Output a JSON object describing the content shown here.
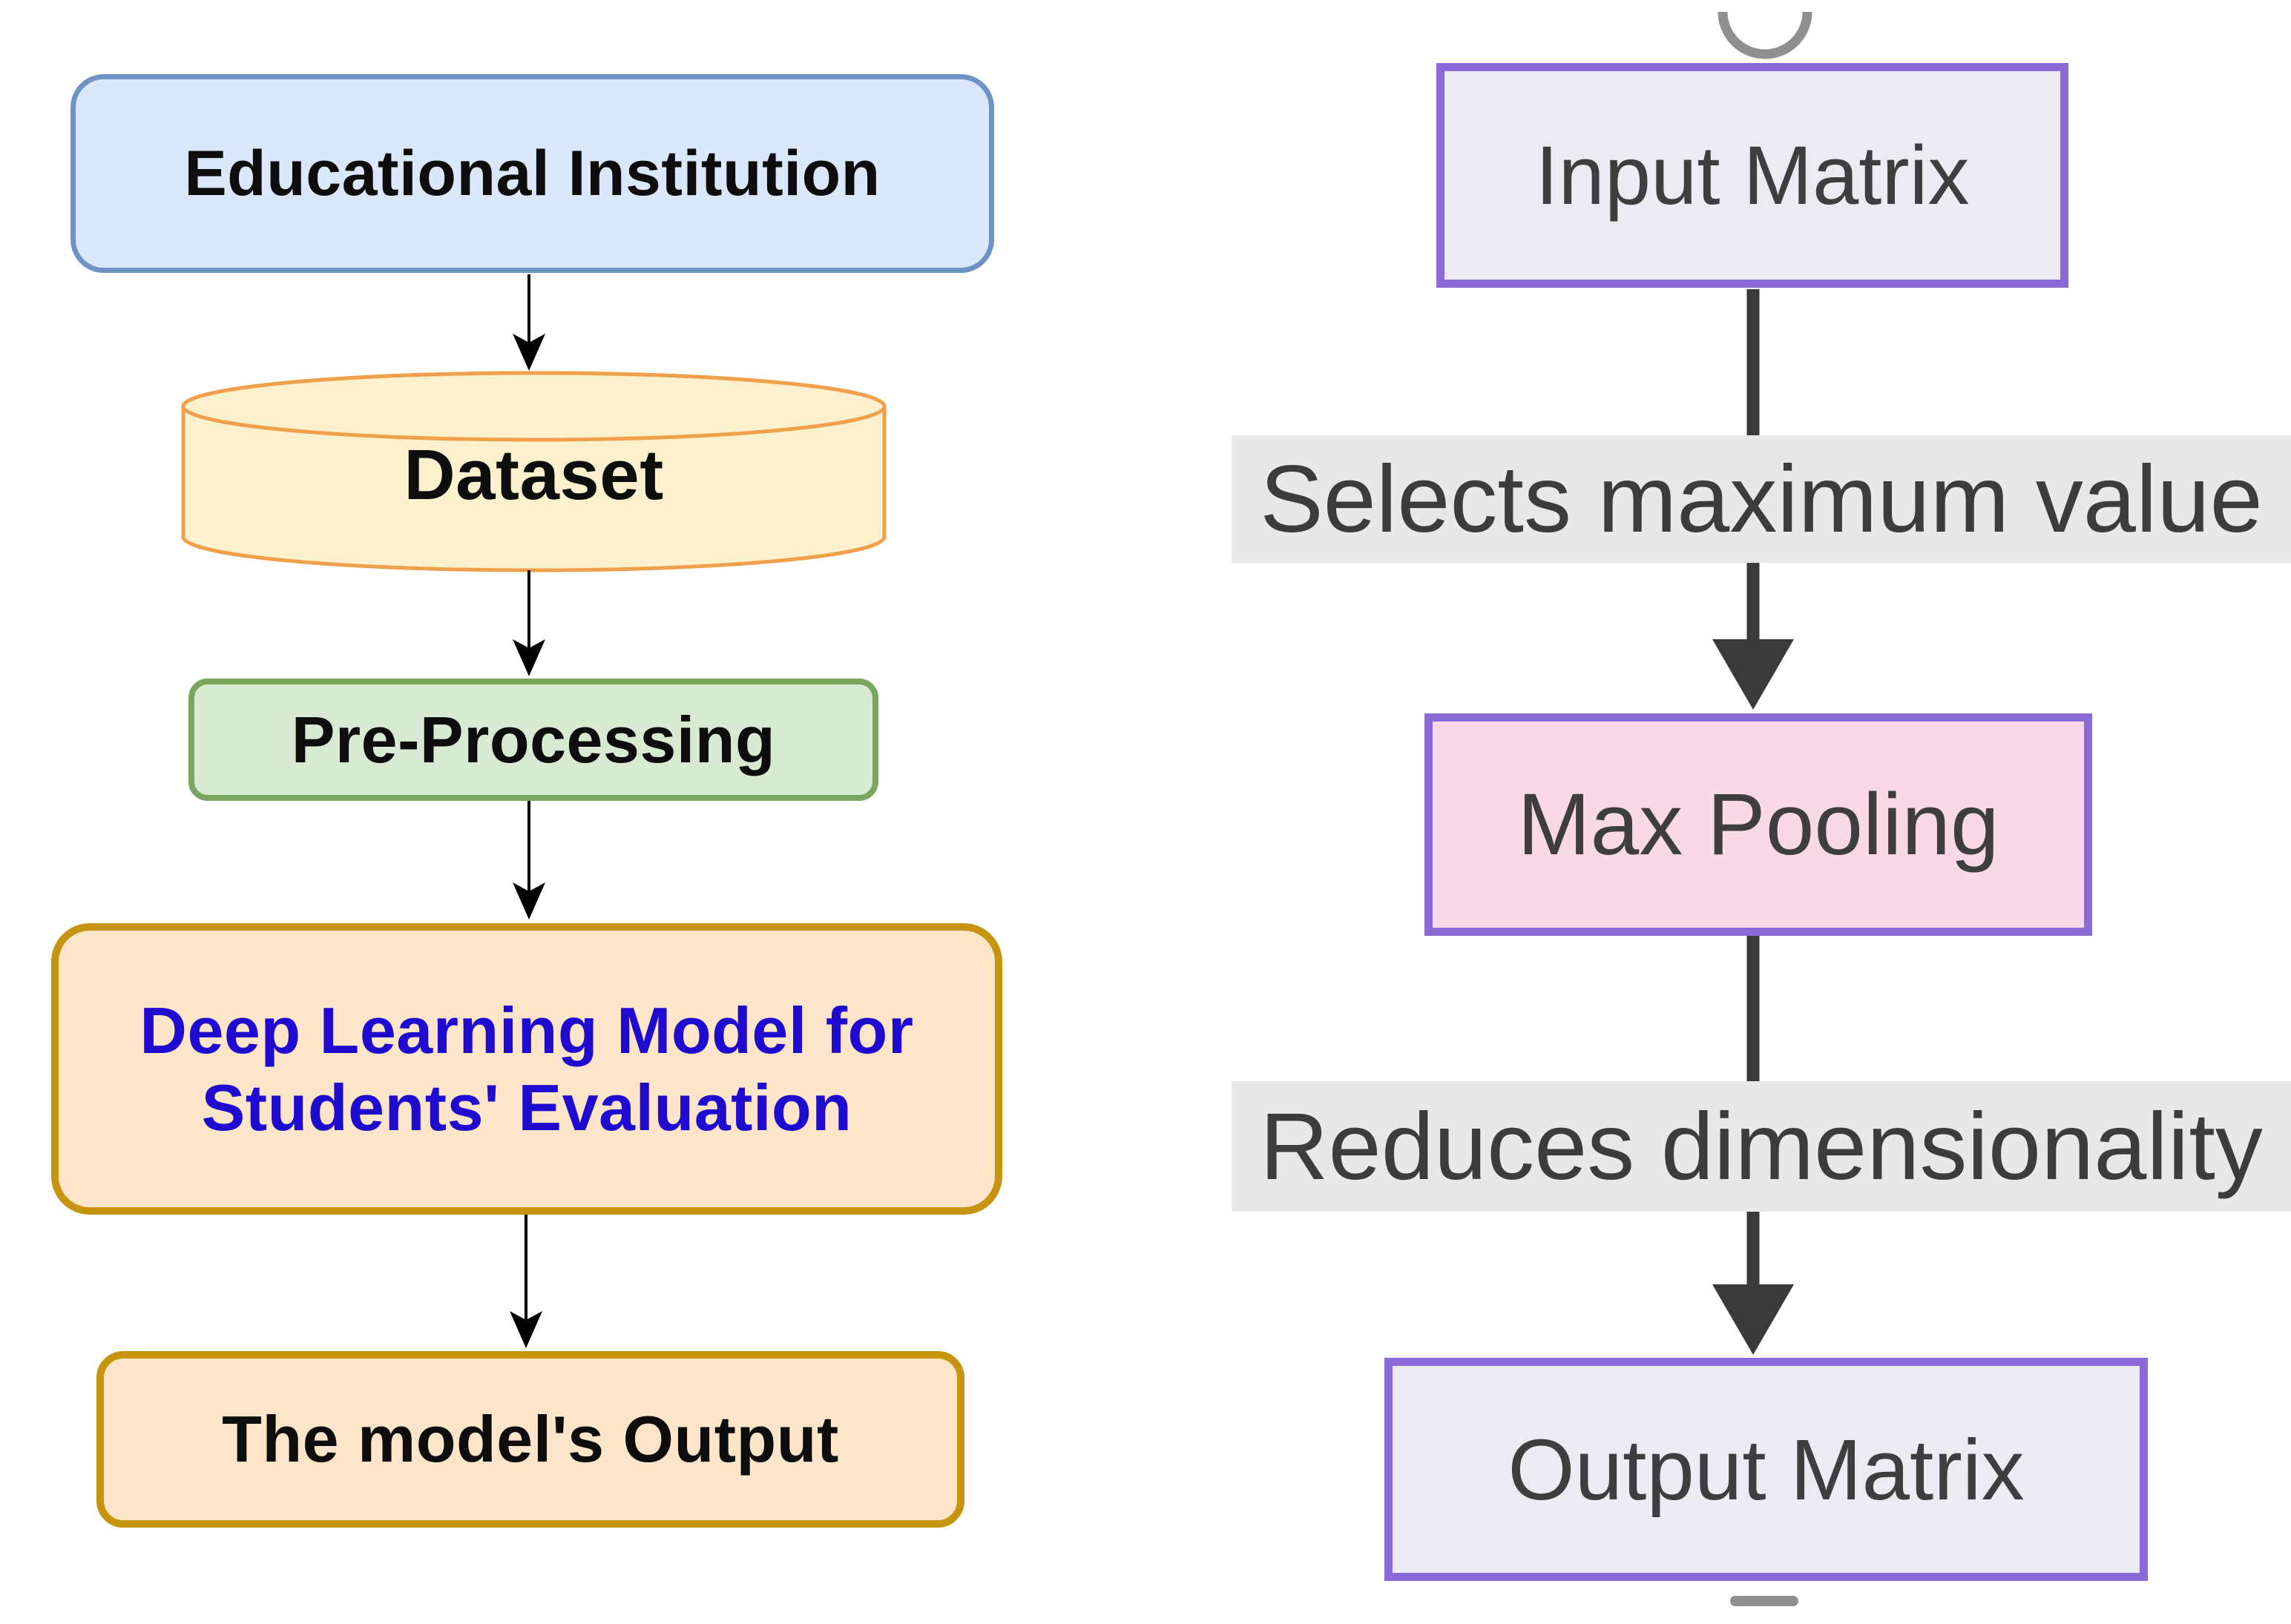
{
  "diagram": {
    "left_flow": {
      "nodes": [
        {
          "id": "educational-institution",
          "shape": "rounded-rectangle",
          "label": "Educational Institution",
          "fill": "#dbe8fb",
          "border": "#6e93c5",
          "text_color": "#0d0d0d"
        },
        {
          "id": "dataset",
          "shape": "cylinder",
          "label": "Dataset",
          "fill": "#fdf0cd",
          "border": "#f0a04a",
          "text_color": "#0d0d0d"
        },
        {
          "id": "pre-processing",
          "shape": "rounded-rectangle",
          "label": "Pre-Processing",
          "fill": "#d8ead2",
          "border": "#7aa65f",
          "text_color": "#0d0d0d"
        },
        {
          "id": "deep-learning-model",
          "shape": "rounded-rectangle",
          "label": "Deep Learning Model for Students' Evaluation",
          "lines": [
            "Deep Learning Model for",
            "Students' Evaluation"
          ],
          "fill": "#fce5c9",
          "border": "#c6940e",
          "text_color": "#1f0ad0"
        },
        {
          "id": "models-output",
          "shape": "rounded-rectangle",
          "label": "The model's Output",
          "fill": "#fce5c9",
          "border": "#c6940e",
          "text_color": "#0d0d0d"
        }
      ]
    },
    "right_flow": {
      "nodes": [
        {
          "id": "input-matrix",
          "label": "Input Matrix",
          "fill": "#ecebf1",
          "border": "#8a6ad6",
          "text_color": "#3e3e3e"
        },
        {
          "id": "max-pooling",
          "label": "Max Pooling",
          "fill": "#fad9e7",
          "border": "#8a6ad6",
          "text_color": "#3e3e3e"
        },
        {
          "id": "output-matrix",
          "label": "Output Matrix",
          "fill": "#ecebf1",
          "border": "#8a6ad6",
          "text_color": "#3e3e3e"
        }
      ],
      "edge_labels": [
        {
          "id": "selects-maximum-value",
          "label": "Selects maximum value",
          "fill": "#e8e8e8",
          "text_color": "#3c3c3c"
        },
        {
          "id": "reduces-dimensionality",
          "label": "Reduces dimensionality",
          "fill": "#e8e8e8",
          "text_color": "#3c3c3c"
        }
      ]
    },
    "colors": {
      "background": "#ffffff",
      "left_arrow": "#000000",
      "right_connector": "#3a3a3a",
      "cropped_circle_gray": "#8f8f8f"
    }
  }
}
